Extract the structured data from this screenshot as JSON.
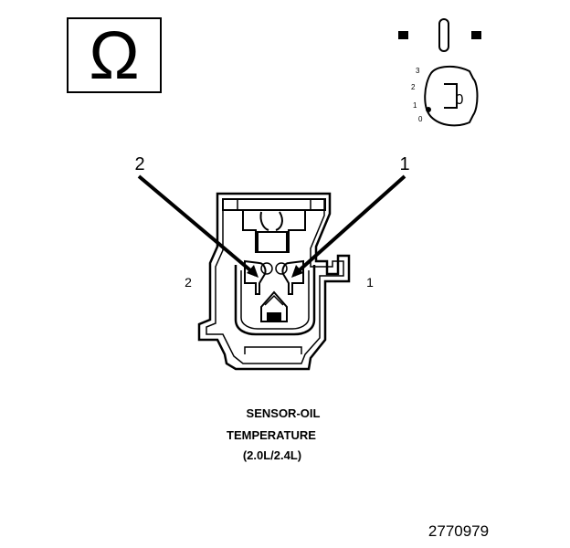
{
  "ohmmeter_symbol": "Ω",
  "ignition_switch": {
    "positions": [
      "3",
      "2",
      "1",
      "0"
    ],
    "key_label": "0"
  },
  "callouts": {
    "pin_2": "2",
    "pin_1": "1"
  },
  "cavity_labels": {
    "left": "2",
    "right": "1"
  },
  "caption": {
    "line1": "SENSOR-OIL",
    "line2": "TEMPERATURE",
    "line3": "(2.0L/2.4L)"
  },
  "figure_number": "2770979"
}
